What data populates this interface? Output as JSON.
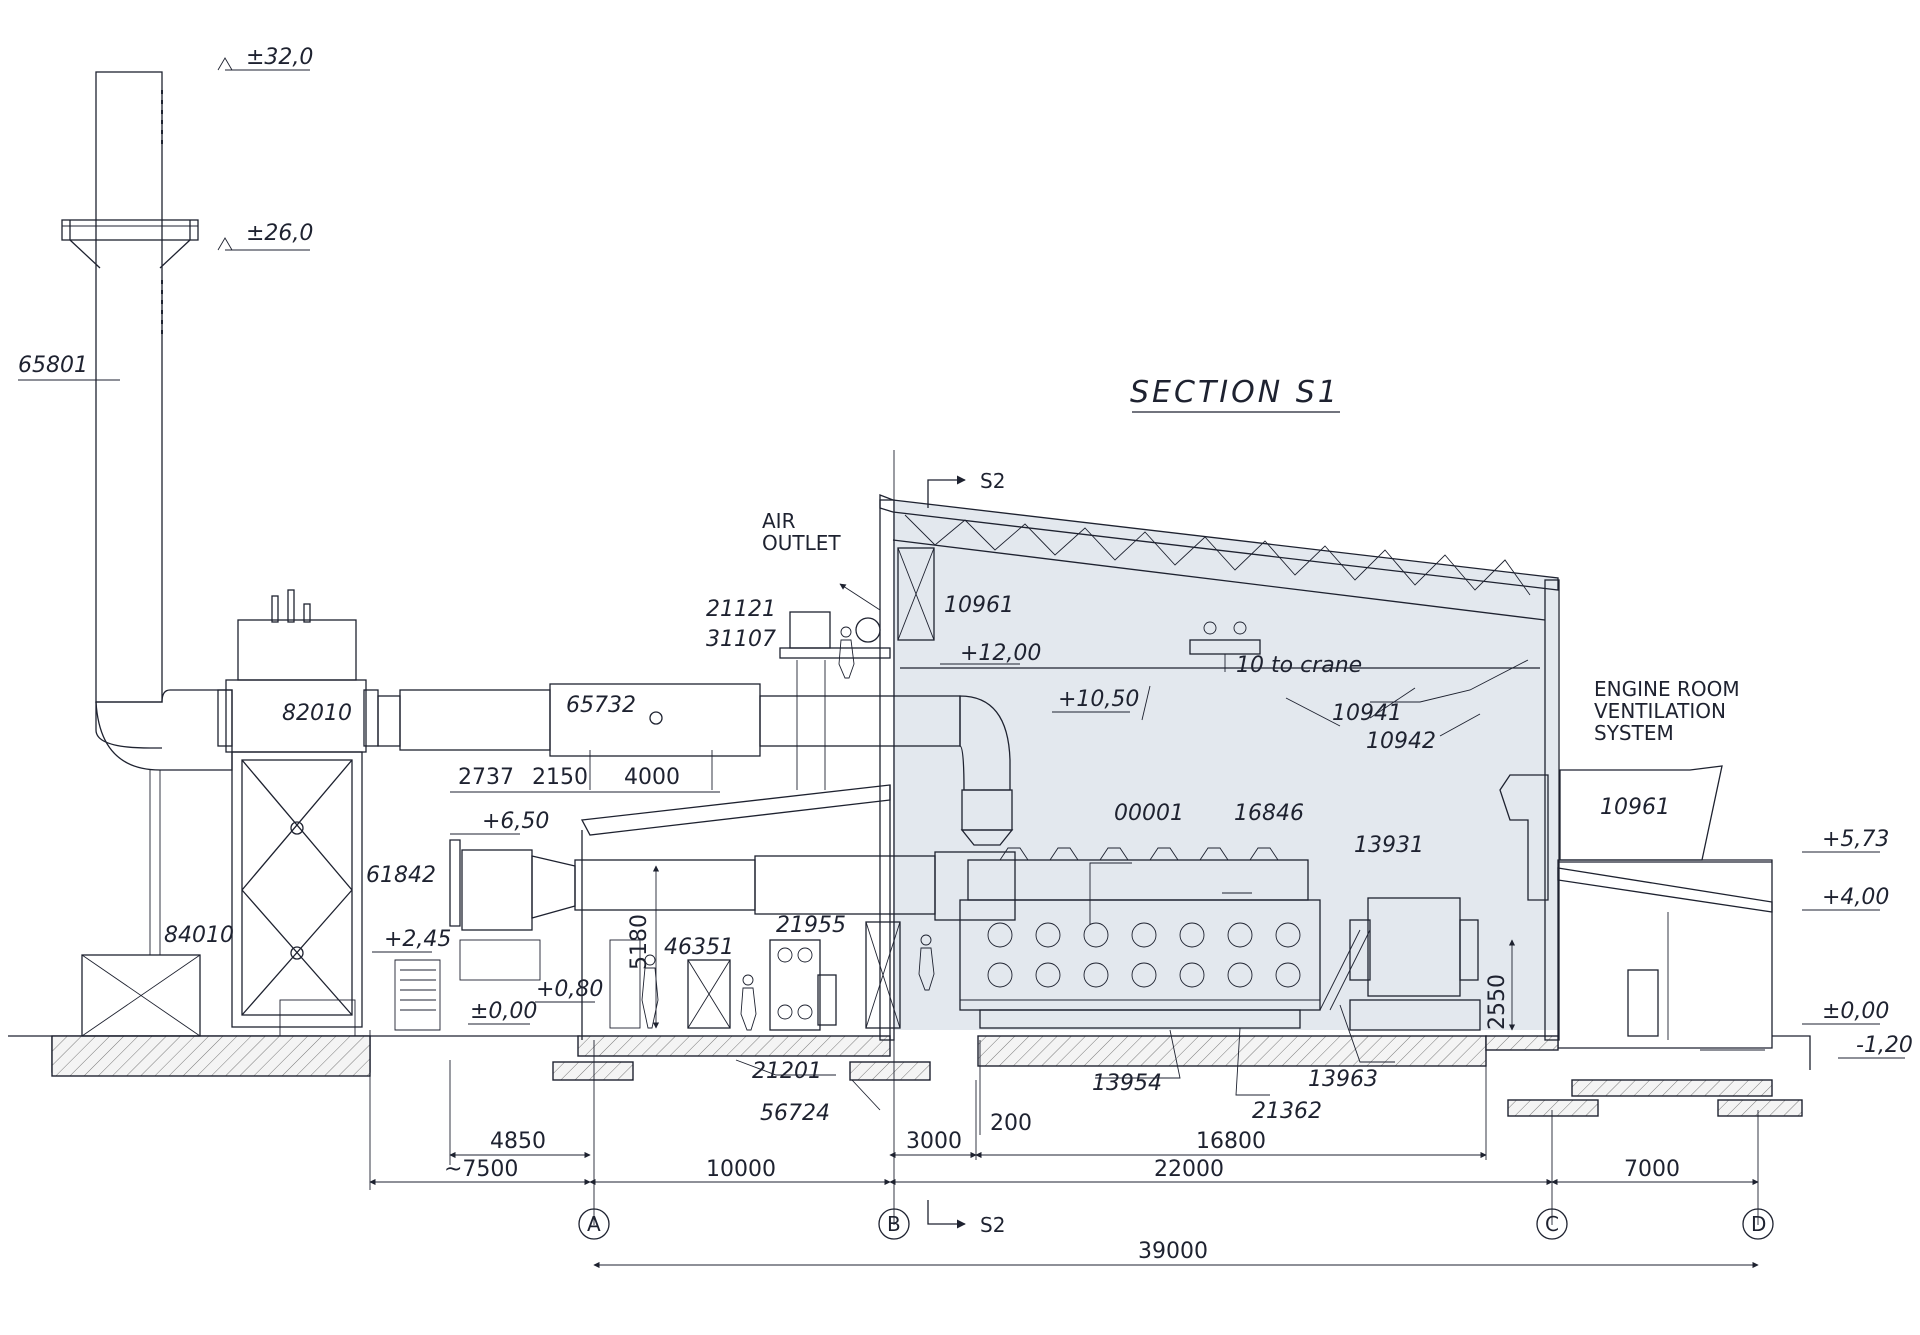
{
  "title": "SECTION S1",
  "labels": {
    "stack": "65801",
    "boiler": "82010",
    "duct": "65732",
    "silencer": "61842",
    "support": "84010",
    "tank": "46351",
    "separator": "21955",
    "pump": "21201",
    "compressor": "56724",
    "fan_top": "21121",
    "fan_bottom": "31107",
    "vent_fan": "10961",
    "vent_unit": "10961",
    "crane_label": "10 to crane",
    "crane_1": "10941",
    "crane_2": "10942",
    "engine": "00001",
    "engine_part": "16846",
    "ladder": "13931",
    "foundation_1": "13954",
    "foundation_2": "21362",
    "foundation_3": "13963",
    "air_outlet": [
      "AIR",
      "OUTLET"
    ],
    "engine_room_vent": [
      "ENGINE ROOM",
      "VENTILATION",
      "SYSTEM"
    ],
    "section_marker": "S2"
  },
  "elevations": {
    "stack_top": "±32,0",
    "platform": "±26,0",
    "roof_crane": "+12,00",
    "duct_level": "+10,50",
    "silencer_top": "+6,50",
    "platform_low": "+2,45",
    "floor_raise": "+0,80",
    "ground_left": "±0,00",
    "right_1": "+5,73",
    "right_2": "+4,00",
    "right_ground": "±0,00",
    "right_basement": "-1,20"
  },
  "dimensions": {
    "top_1": "2737",
    "top_2": "2150",
    "top_3": "4000",
    "vertical_1": "5180",
    "vertical_2": "2550",
    "d_200": "200",
    "d_4850": "4850",
    "d_7500": "~7500",
    "d_3000": "3000",
    "d_16800": "16800",
    "d_10000": "10000",
    "d_22000": "22000",
    "d_7000": "7000",
    "d_total": "39000"
  },
  "axes": [
    "A",
    "B",
    "C",
    "D"
  ],
  "colors": {
    "line": "#1e2230",
    "hall_fill": "#e3e8ee",
    "metal_light": "#dde3ea",
    "metal_dark": "#3c4450"
  }
}
